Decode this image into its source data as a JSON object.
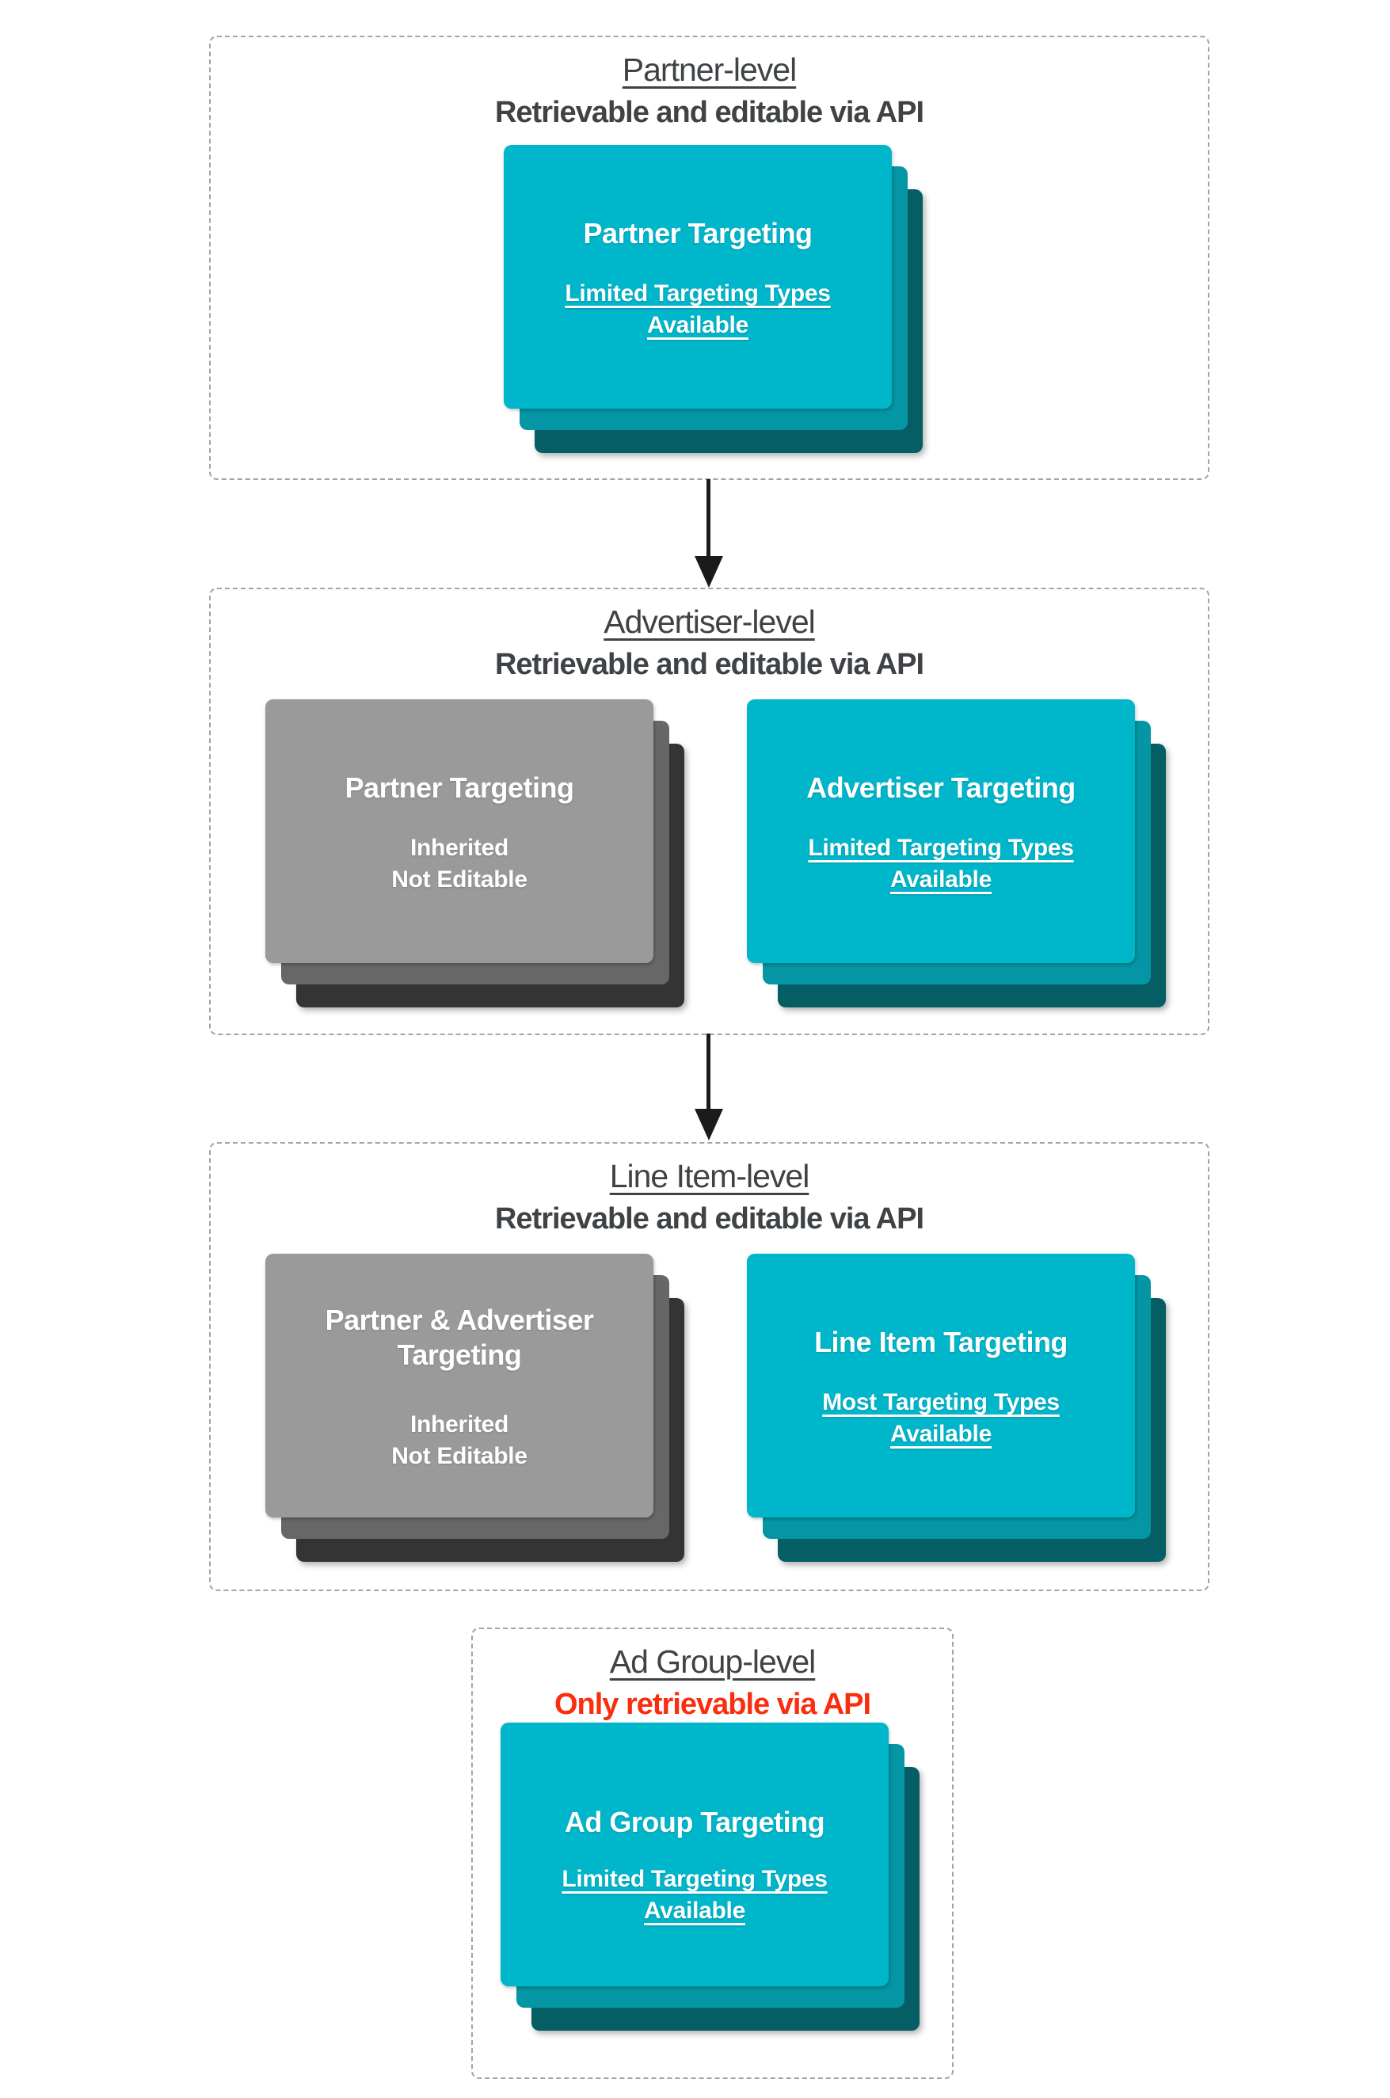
{
  "colors": {
    "teal_front": "#00b6cb",
    "teal_mid": "#0496a4",
    "teal_back": "#045e64",
    "gray_front": "#9a9a9a",
    "gray_mid": "#676767",
    "gray_back": "#343434",
    "heading_text": "#3f4346",
    "red_text": "#fa2d0f",
    "dashed_border": "#a3a3a3",
    "arrow": "#1b1b1b",
    "card_text": "#ffffff"
  },
  "sections": [
    {
      "title": "Partner-level",
      "subtitle": "Retrievable and editable via API",
      "cards": [
        {
          "variant": "teal",
          "title_lines": [
            "Partner Targeting"
          ],
          "body_lines": [
            "Limited Targeting Types",
            "Available"
          ],
          "body_underlined": true
        }
      ]
    },
    {
      "title": "Advertiser-level",
      "subtitle": "Retrievable and editable via API",
      "cards": [
        {
          "variant": "gray",
          "title_lines": [
            "Partner Targeting"
          ],
          "body_lines": [
            "Inherited",
            "Not Editable"
          ],
          "body_underlined": false
        },
        {
          "variant": "teal",
          "title_lines": [
            "Advertiser Targeting"
          ],
          "body_lines": [
            "Limited Targeting Types",
            "Available"
          ],
          "body_underlined": true
        }
      ]
    },
    {
      "title": "Line Item-level",
      "subtitle": "Retrievable and editable via API",
      "cards": [
        {
          "variant": "gray",
          "title_lines": [
            "Partner & Advertiser",
            "Targeting"
          ],
          "body_lines": [
            "Inherited",
            "Not Editable"
          ],
          "body_underlined": false
        },
        {
          "variant": "teal",
          "title_lines": [
            "Line Item Targeting"
          ],
          "body_lines": [
            "Most Targeting Types",
            "Available"
          ],
          "body_underlined": true
        }
      ]
    },
    {
      "title": "Ad Group-level",
      "subtitle": "Only retrievable via API",
      "cards": [
        {
          "variant": "teal",
          "title_lines": [
            "Ad Group Targeting"
          ],
          "body_lines": [
            "Limited Targeting Types",
            "Available"
          ],
          "body_underlined": true
        }
      ]
    }
  ]
}
